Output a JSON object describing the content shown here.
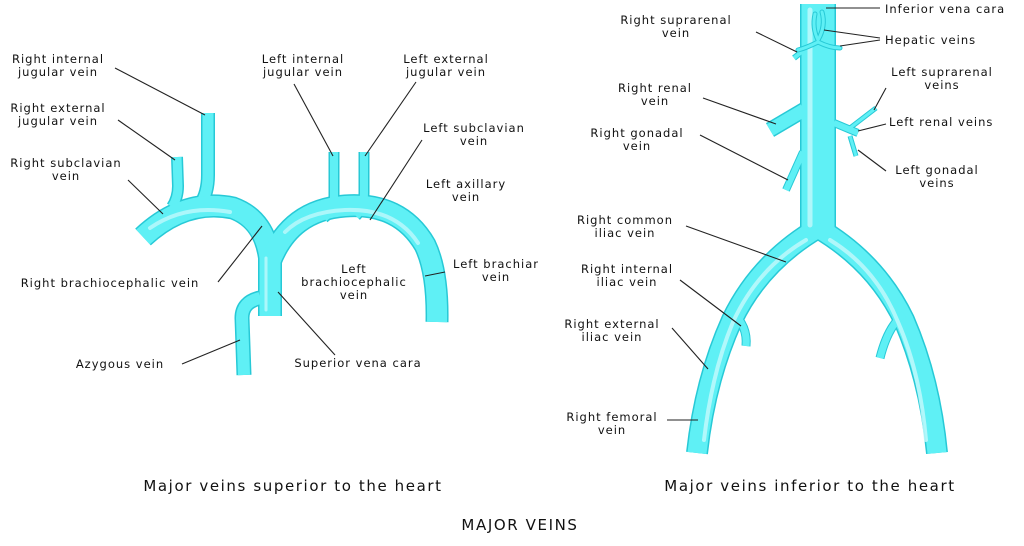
{
  "colors": {
    "vein_fill": "#5ff0f5",
    "vein_edge": "#27c9d6",
    "vein_highlight": "#bff9fc",
    "text": "#111111",
    "leader": "#222222"
  },
  "captions": {
    "superior": "Major veins superior to the heart",
    "inferior": "Major veins inferior to the heart",
    "main": "MAJOR VEINS"
  },
  "labels": {
    "right_internal_jugular": [
      "Right internal",
      "jugular vein"
    ],
    "right_external_jugular": [
      "Right external",
      "jugular vein"
    ],
    "right_subclavian": [
      "Right subclavian",
      "vein"
    ],
    "left_internal_jugular": [
      "Left internal",
      "jugular vein"
    ],
    "left_external_jugular": [
      "Left external",
      "jugular vein"
    ],
    "left_subclavian": [
      "Left subclavian",
      "vein"
    ],
    "left_axillary": [
      "Left axillary",
      "vein"
    ],
    "left_brachiar": [
      "Left brachiar",
      "vein"
    ],
    "left_brachiocephalic": [
      "Left",
      "brachiocephalic",
      "vein"
    ],
    "right_brachiocephalic": [
      "Right brachiocephalic vein"
    ],
    "azygous": [
      "Azygous vein"
    ],
    "superior_vena_cava": [
      "Superior vena cara"
    ],
    "right_suprarenal": [
      "Right suprarenal",
      "vein"
    ],
    "inferior_vena_cava": [
      "Inferior vena cara"
    ],
    "hepatic": [
      "Hepatic veins"
    ],
    "right_renal": [
      "Right renal",
      "vein"
    ],
    "left_suprarenal": [
      "Left suprarenal",
      "veins"
    ],
    "left_renal": [
      "Left renal veins"
    ],
    "right_gonadal": [
      "Right gonadal",
      "vein"
    ],
    "left_gonadal": [
      "Left gonadal",
      "veins"
    ],
    "right_common_iliac": [
      "Right common",
      "iliac vein"
    ],
    "right_internal_iliac": [
      "Right internal",
      "iliac vein"
    ],
    "right_external_iliac": [
      "Right external",
      "iliac vein"
    ],
    "right_femoral": [
      "Right femoral",
      "vein"
    ]
  }
}
